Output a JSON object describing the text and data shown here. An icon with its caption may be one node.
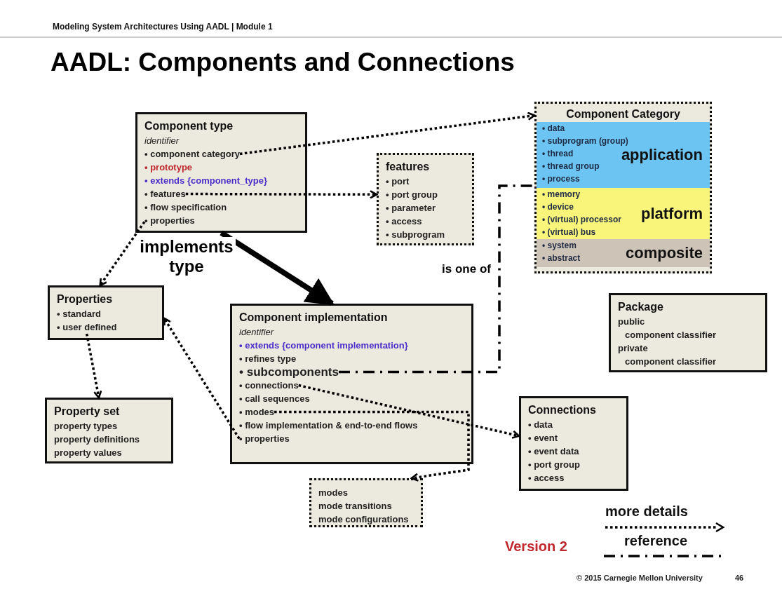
{
  "diagram": {
    "title": "AADL: Components and Connections",
    "nodes": [
      {
        "text": [
          "Component type",
          "identifier",
          "• prototype",
          "• extends {component_type}",
          "• flow specification"
        ]
      },
      {
        "text": [
          "• component category"
        ],
        "in": 0
      },
      {
        "text": [
          "• features"
        ],
        "in": 0
      },
      {
        "text": [
          "• properties"
        ],
        "in": 0
      },
      {
        "text": [
          "Component Category"
        ]
      },
      {
        "text": [
          "• data",
          "• subprogram (group)",
          "• thread",
          "• thread group",
          "• process",
          "application"
        ],
        "in": 4
      },
      {
        "text": [
          "• memory",
          "• device",
          "• (virtual) processor",
          "• (virtual) bus",
          "platform"
        ],
        "in": 4
      },
      {
        "text": [
          "• system",
          "• abstract",
          "composite"
        ],
        "in": 4
      },
      {
        "text": [
          "features",
          "• port",
          "• port group",
          "• parameter",
          "• access",
          "• subprogram"
        ]
      },
      {
        "text": [
          "Properties",
          "• standard"
        ]
      },
      {
        "text": [
          "• user defined"
        ],
        "in": 9
      },
      {
        "text": [
          "Component implementation",
          "identifier",
          "• extends {component implementation}",
          "• refines type",
          "• call sequences",
          "• flow implementation & end-to-end flows"
        ]
      },
      {
        "text": [
          "• subcomponents"
        ],
        "in": 11
      },
      {
        "text": [
          "• connections"
        ],
        "in": 11
      },
      {
        "text": [
          "• modes"
        ],
        "in": 11
      },
      {
        "text": [
          "• properties"
        ],
        "in": 11
      },
      {
        "text": [
          "Package",
          "public",
          "component classifier",
          "private",
          "component classifier"
        ]
      },
      {
        "text": [
          "Property set",
          "property types",
          "property definitions",
          "property values"
        ]
      },
      {
        "text": [
          "Connections",
          "• data",
          "• event",
          "• event data",
          "• port group",
          "• access"
        ]
      },
      {
        "text": [
          "modes",
          "mode transitions",
          "mode configurations"
        ]
      }
    ],
    "edges": [
      {
        "from": 1,
        "to": 4,
        "arrow": "to",
        "style": "dashed"
      },
      {
        "from": 2,
        "to": 8,
        "arrow": "to",
        "style": "dashed"
      },
      {
        "from": 3,
        "to": 9,
        "arrow": "to",
        "style": "dashed"
      },
      {
        "from": 0,
        "to": 11,
        "arrow": "to",
        "label": "implements type",
        "style": "thick"
      },
      {
        "from": 10,
        "to": 17,
        "arrow": "to",
        "style": "dashed"
      },
      {
        "from": 15,
        "to": 9,
        "arrow": "to",
        "style": "dashed"
      },
      {
        "from": 12,
        "to": 4,
        "arrow": "none",
        "label": "is one of",
        "style": "dashed"
      },
      {
        "from": 13,
        "to": 18,
        "arrow": "to",
        "style": "dashed"
      },
      {
        "from": 14,
        "to": 19,
        "arrow": "to",
        "style": "dashed"
      }
    ],
    "labels": [
      "Modeling System Architectures Using AADL | Module 1",
      "Version 2",
      "© 2015 Carnegie Mellon University",
      "46"
    ],
    "legend": [
      {
        "text": "more details"
      },
      {
        "text": "reference"
      }
    ]
  }
}
